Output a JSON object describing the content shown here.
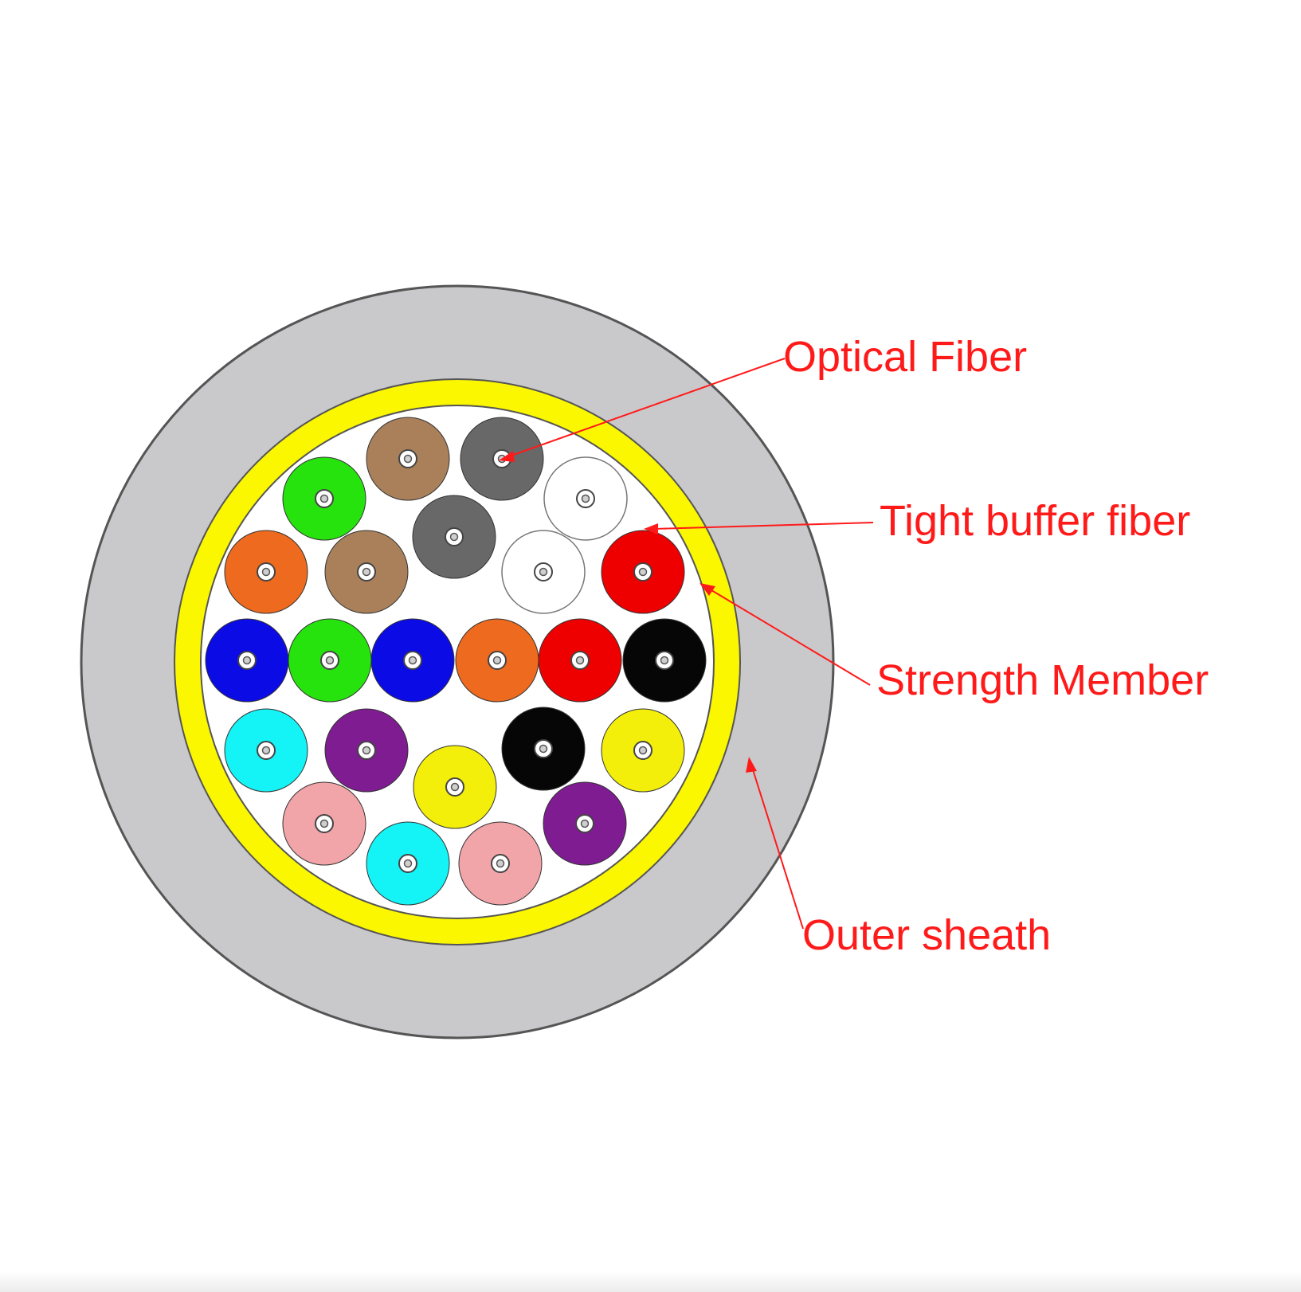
{
  "labels": {
    "optical_fiber": "Optical Fiber",
    "tight_buffer_fiber": "Tight buffer fiber",
    "strength_member": "Strength Member",
    "outer_sheath": "Outer sheath"
  },
  "colors": {
    "outer_sheath": "#c9c9cb",
    "strength_member": "#fbf700",
    "core_fill": "#ffffff",
    "callout": "#ff1a1a",
    "outline": "#555555"
  },
  "fiber_colors": {
    "brown": "#a9805a",
    "slate": "#686868",
    "green": "#26e30e",
    "white": "#ffffff",
    "orange": "#ee6a1f",
    "red": "#ef0000",
    "blue": "#0b0be6",
    "black": "#060606",
    "cyan": "#14f3f5",
    "violet": "#7f1c92",
    "yellow": "#f3ef0a",
    "rose": "#f2a5a9"
  },
  "fiber_count": 24
}
